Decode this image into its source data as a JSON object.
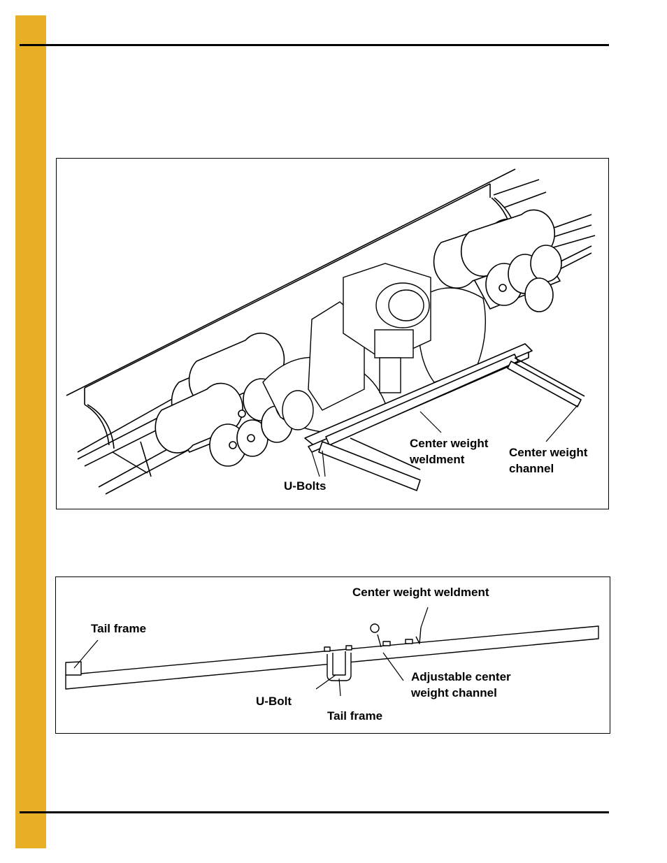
{
  "figure1": {
    "labels": {
      "center_weight_weldment": "Center weight weldment",
      "center_weight_channel": "Center weight channel",
      "u_bolts": "U-Bolts"
    }
  },
  "figure2": {
    "labels": {
      "center_weight_weldment": "Center weight weldment",
      "tail_frame_left": "Tail frame",
      "u_bolt": "U-Bolt",
      "tail_frame_bottom": "Tail frame",
      "adjustable_channel": "Adjustable center weight channel"
    }
  },
  "colors": {
    "side_tab": "#E8AE25",
    "rule": "#000000"
  }
}
